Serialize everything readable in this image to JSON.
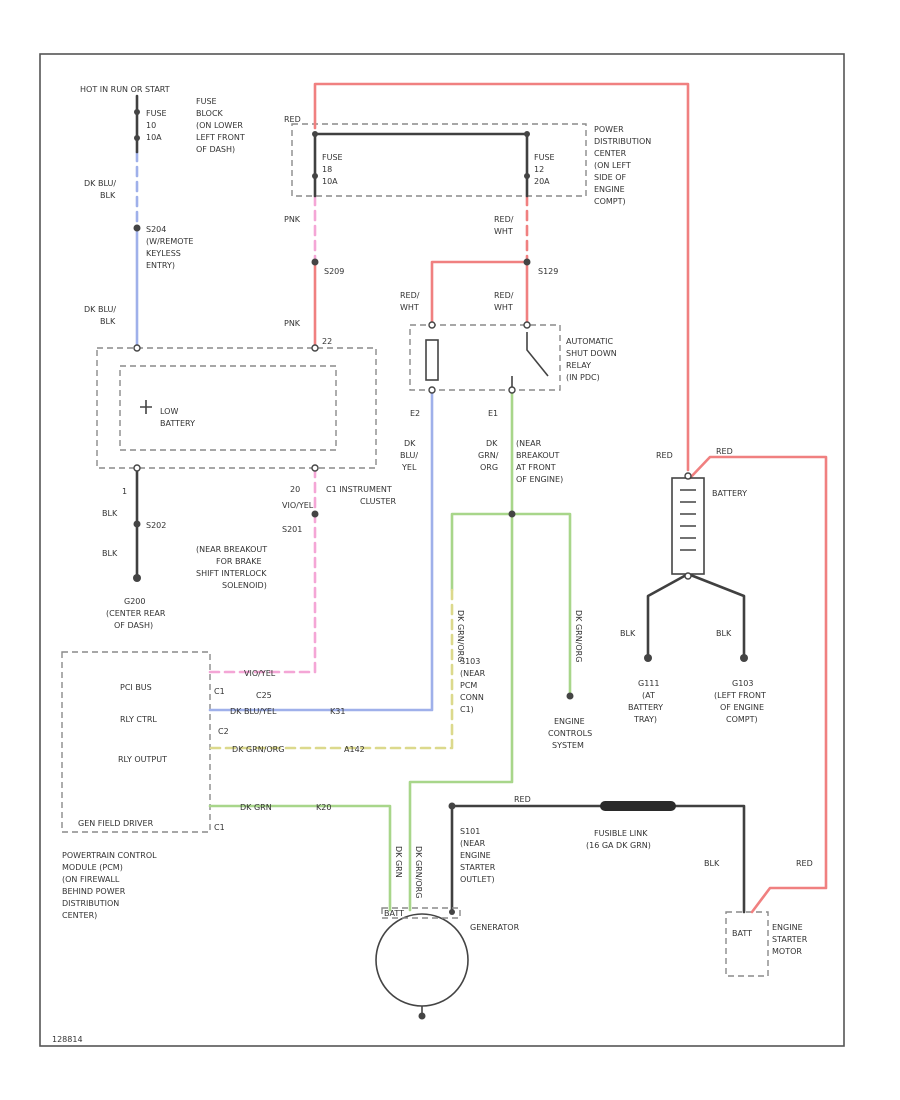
{
  "colors": {
    "red": "#f08080",
    "pink": "#f4a6d6",
    "blue": "#9fb0ea",
    "green": "#a8d68a",
    "yellow": "#dcd98c",
    "black": "#404040",
    "frame": "#555555",
    "dashed_box": "#8a8a8a"
  },
  "labels": {
    "hot_in_run_start": "HOT IN RUN OR START",
    "fuse_tipm_loc_1": "FUSE",
    "fuse_tipm_loc_2": "BLOCK",
    "fuse_tipm_loc_3": "(ON LOWER",
    "fuse_tipm_loc_4": "LEFT FRONT",
    "fuse_tipm_loc_5": "OF DASH)",
    "fuse_left_1": "FUSE",
    "fuse_left_2": "10",
    "fuse_left_3": "10A",
    "wire_dk_blu_blk_top_1": "DK BLU/",
    "wire_dk_blu_blk_top_2": "BLK",
    "splice_s204_1": "S204",
    "splice_s204_2": "(W/REMOTE",
    "splice_s204_3": "KEYLESS",
    "splice_s204_4": "ENTRY)",
    "wire_dk_blu_blk_bot_1": "DK BLU/",
    "wire_dk_blu_blk_bot_2": "BLK",
    "red_top": "RED",
    "pdc_1": "POWER",
    "pdc_2": "DISTRIBUTION",
    "pdc_3": "CENTER",
    "pdc_4": "(ON LEFT",
    "pdc_5": "SIDE OF",
    "pdc_6": "ENGINE",
    "pdc_7": "COMPT)",
    "fuse_mid_1": "FUSE",
    "fuse_mid_2": "18",
    "fuse_mid_3": "10A",
    "fuse_right_1": "FUSE",
    "fuse_right_2": "12",
    "fuse_right_3": "20A",
    "pnk_top": "PNK",
    "red_wht_top_1": "RED/",
    "red_wht_top_2": "WHT",
    "s209": "S209",
    "s129": "S129",
    "pnk_bot": "PNK",
    "red_wht_l_1": "RED/",
    "red_wht_l_2": "WHT",
    "red_wht_r_1": "RED/",
    "red_wht_r_2": "WHT",
    "asd_1": "AUTOMATIC",
    "asd_2": "SHUT DOWN",
    "asd_3": "RELAY",
    "asd_4": "(IN PDC)",
    "low_battery_1": "LOW",
    "low_battery_2": "BATTERY",
    "pin_1": "1",
    "pin_22": "22",
    "pin_e2": "E2",
    "pin_e1": "E1",
    "wire_dk_blu_yel_1": "DK",
    "wire_dk_blu_yel_2": "BLU/",
    "wire_dk_blu_yel_3": "YEL",
    "wire_dk_grn_org_1": "DK",
    "wire_dk_grn_org_2": "GRN/",
    "wire_dk_grn_org_3": "ORG",
    "near_breakout_1": "(NEAR",
    "near_breakout_2": "BREAKOUT",
    "near_breakout_3": "AT FRONT",
    "near_breakout_4": "OF ENGINE)",
    "pin_20": "20",
    "instrument_cluster_1": "C1  INSTRUMENT",
    "instrument_cluster_2": "CLUSTER",
    "blk_1": "BLK",
    "s202": "S202",
    "blk_2": "BLK",
    "g200_1": "G200",
    "g200_2": "(CENTER REAR",
    "g200_3": "OF DASH)",
    "vio_yel": "VIO/YEL",
    "s201": "S201",
    "s201_desc_1": "(NEAR BREAKOUT",
    "s201_desc_2": "FOR BRAKE",
    "s201_desc_3": "SHIFT INTERLOCK",
    "s201_desc_4": "SOLENOID)",
    "red_batt_l": "RED",
    "red_batt_r": "RED",
    "battery": "BATTERY",
    "blk_batt_l": "BLK",
    "blk_batt_r": "BLK",
    "g111_1": "G111",
    "g111_2": "(AT",
    "g111_3": "BATTERY",
    "g111_4": "TRAY)",
    "g103_1": "G103",
    "g103_2": "(LEFT FRONT",
    "g103_3": "OF ENGINE",
    "g103_4": "COMPT)",
    "s103_1": "S103",
    "s103_2": "(NEAR",
    "s103_3": "PCM",
    "s103_4": "CONN",
    "s103_5": "C1)",
    "ecs_1": "ENGINE",
    "ecs_2": "CONTROLS",
    "ecs_3": "SYSTEM",
    "pcm_pcibus": "PCI BUS",
    "pcm_rly_ctrl": "RLY CTRL",
    "pcm_rly_output": "RLY OUTPUT",
    "pcm_gen_field": "GEN FIELD DRIVER",
    "pcm_pin_a": "C1",
    "pcm_pin_b": "C2",
    "pcm_pin_c": "C1",
    "wire_pci_code": "VIO/YEL",
    "c25": "C25",
    "wire_rly_ctrl_code": "DK BLU/YEL",
    "wire_rly_ctrl_ckt": "K31",
    "wire_rly_output_code": "DK GRN/ORG",
    "wire_rly_output_ckt": "A142",
    "wire_gen_code": "DK GRN",
    "wire_gen_ckt": "K20",
    "pcm_1": "POWERTRAIN CONTROL",
    "pcm_2": "MODULE (PCM)",
    "pcm_3": "(ON FIREWALL",
    "pcm_4": "BEHIND POWER",
    "pcm_5": "DISTRIBUTION",
    "pcm_6": "CENTER)",
    "wire_vert_grn_1": "DK GRN/ORG",
    "wire_vert_grn_2": "DK GRN/ORG",
    "wire_vert_yel": "DK GRN/ORG",
    "wire_gen_vert_1": "DK GRN",
    "wire_gen_vert_2": "DK GRN/ORG",
    "red_fuse": "RED",
    "s101_1": "S101",
    "s101_2": "(NEAR",
    "s101_3": "ENGINE",
    "s101_4": "STARTER",
    "s101_5": "OUTLET)",
    "fusible_link_1": "FUSIBLE LINK",
    "fusible_link_2": "(16 GA DK GRN)",
    "wire_blk_red": "BLK",
    "red_starter": "RED",
    "generator": "GENERATOR",
    "gen_pin": "BATT",
    "starter_pin": "BATT",
    "starter_1": "ENGINE",
    "starter_2": "STARTER",
    "starter_3": "MOTOR",
    "footer_code": "128814"
  }
}
